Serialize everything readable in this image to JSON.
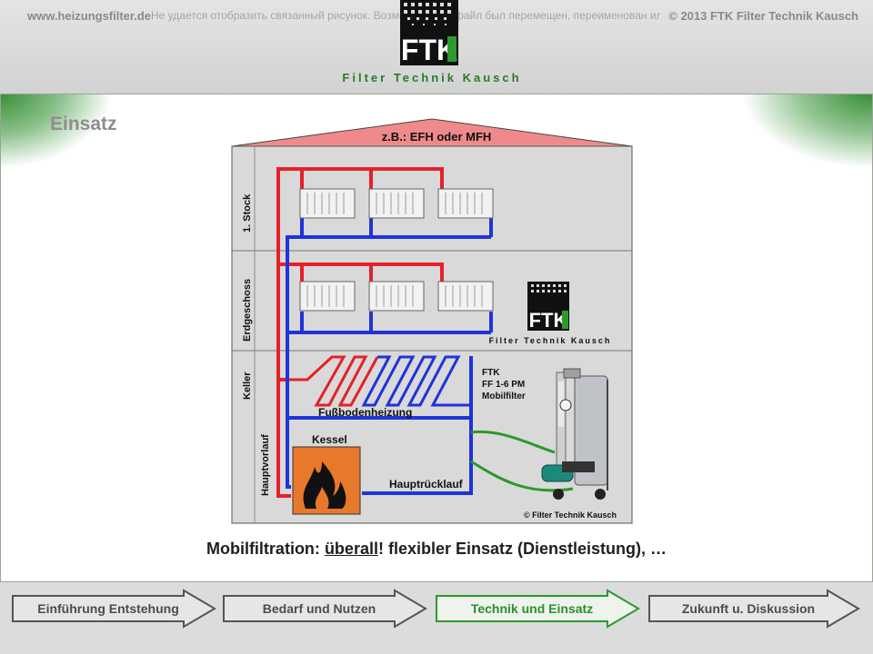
{
  "header": {
    "site": "www.heizungsfilter.de",
    "copyright": "© 2013 FTK Filter Technik Kausch",
    "broken_image_notice": "Не удается отобразить связанный рисунок. Возможно, этот файл был перемещен, переименован или удален. Убедитесь, что ссылка указывает на правильный файл и расположение.",
    "logo_letters": "FTK",
    "logo_text": "Filter Technik Kausch"
  },
  "page": {
    "title": "Einsatz",
    "caption_prefix": "Mobilfiltration: ",
    "caption_underlined": "überall",
    "caption_suffix": "!  flexibler Einsatz (Dienstleistung), …"
  },
  "diagram": {
    "roof_label": "z.B.: EFH oder MFH",
    "floors": [
      "1. Stock",
      "Erdgeschoss",
      "Keller"
    ],
    "main_supply": "Hauptvorlauf",
    "boiler": "Kessel",
    "underfloor": "Fußbodenheizung",
    "main_return": "Hauptrücklauf",
    "filter_lines": [
      "FTK",
      "FF 1-6 PM",
      "Mobilfilter"
    ],
    "logo_letters": "FTK",
    "logo_text": "Filter Technik Kausch",
    "copyright": "© Filter Technik Kausch",
    "colors": {
      "supply": "#e5202a",
      "return": "#1f33d9",
      "hose": "#2a9a2a",
      "roof": "#f08a8a",
      "boiler": "#e8782c"
    }
  },
  "nav": {
    "items": [
      {
        "label": "Einführung Entstehung",
        "active": false
      },
      {
        "label": "Bedarf und Nutzen",
        "active": false
      },
      {
        "label": "Technik und Einsatz",
        "active": true
      },
      {
        "label": "Zukunft u. Diskussion",
        "active": false
      }
    ]
  }
}
